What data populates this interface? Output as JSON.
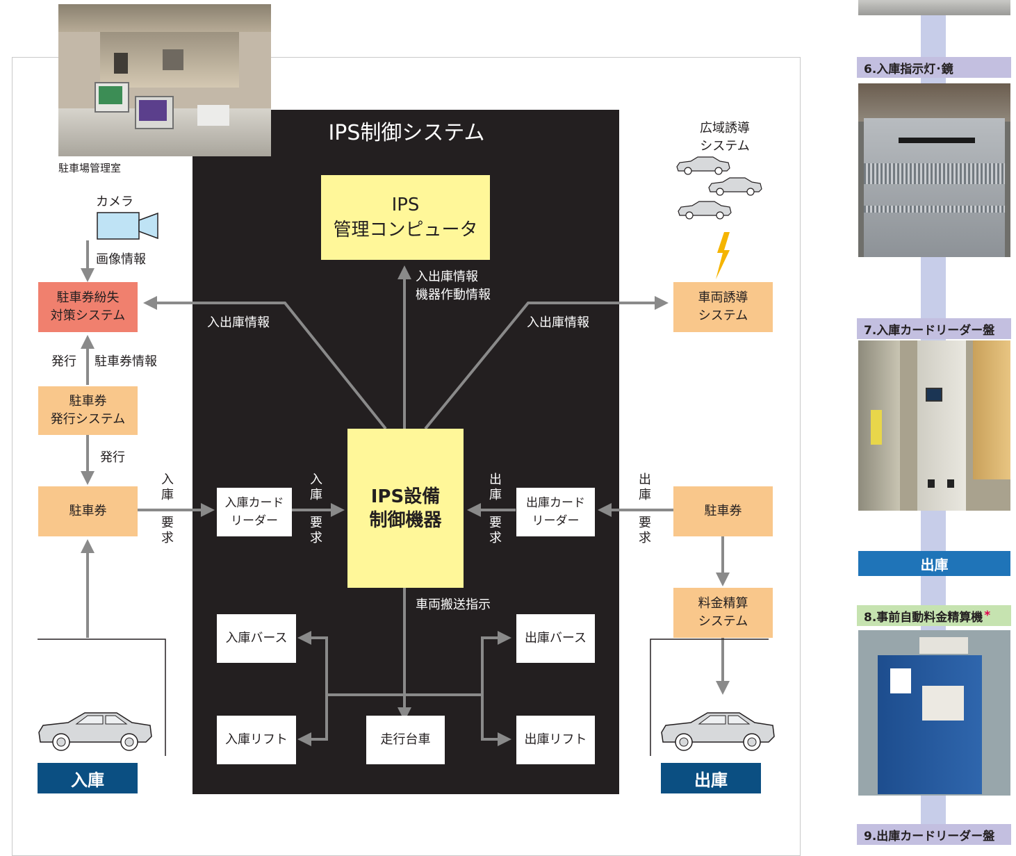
{
  "colors": {
    "panel": "#231f20",
    "orange_box": "#f9c78b",
    "red_box": "#f0806e",
    "yellow_box": "#fff799",
    "arrow": "#8a8a8a",
    "blue_tag": "#0b4f82",
    "side_caption": "#c3bfe0",
    "side_band": "#c7cde9"
  },
  "control_room": {
    "caption": "駐車場管理室"
  },
  "panel": {
    "title": "IPS制御システム"
  },
  "ips_computer": {
    "label": "IPS\n管理コンピュータ"
  },
  "ips_equipment": {
    "label": "IPS設備\n制御機器"
  },
  "camera": {
    "label": "カメラ",
    "flow": "画像情報",
    "icon": "video-camera-icon"
  },
  "ticket_loss": {
    "label": "駐車券紛失\n対策システム"
  },
  "ticket_issue": {
    "label": "駐車券\n発行システム"
  },
  "ticket_in": {
    "label": "駐車券"
  },
  "ticket_out": {
    "label": "駐車券"
  },
  "fee_system": {
    "label": "料金精算\nシステム"
  },
  "vehicle_guide": {
    "label": "車両誘導\nシステム"
  },
  "wide_guide": {
    "label": "広域誘導\nシステム",
    "icon": "car-icon"
  },
  "entry_reader": {
    "label": "入庫カード\nリーダー"
  },
  "exit_reader": {
    "label": "出庫カード\nリーダー"
  },
  "entry_berth": {
    "label": "入庫バース"
  },
  "exit_berth": {
    "label": "出庫バース"
  },
  "entry_lift": {
    "label": "入庫リフト"
  },
  "exit_lift": {
    "label": "出庫リフト"
  },
  "trolley": {
    "label": "走行台車"
  },
  "flows": {
    "inout_left": "入出庫情報",
    "inout_right": "入出庫情報",
    "inout_device": "入出庫情報\n機器作動情報",
    "issue1": "発行",
    "ticket_info": "駐車券情報",
    "issue2": "発行",
    "transport": "車両搬送指示",
    "entry_req1": "入\n庫",
    "entry_req2": "要\n求",
    "entry_req3": "入\n庫",
    "entry_req4": "要\n求",
    "exit_req1": "出\n庫",
    "exit_req2": "要\n求",
    "exit_req3": "出\n庫",
    "exit_req4": "要\n求"
  },
  "tags": {
    "entry": "入庫",
    "exit": "出庫"
  },
  "side": {
    "cap6": "6.入庫指示灯･鏡",
    "cap7": "7.入庫カードリーダー盤",
    "exit_tag": "出庫",
    "cap8": "8.事前自動料金精算機",
    "cap8_mark": "*",
    "cap9": "9.出庫カードリーダー盤"
  }
}
